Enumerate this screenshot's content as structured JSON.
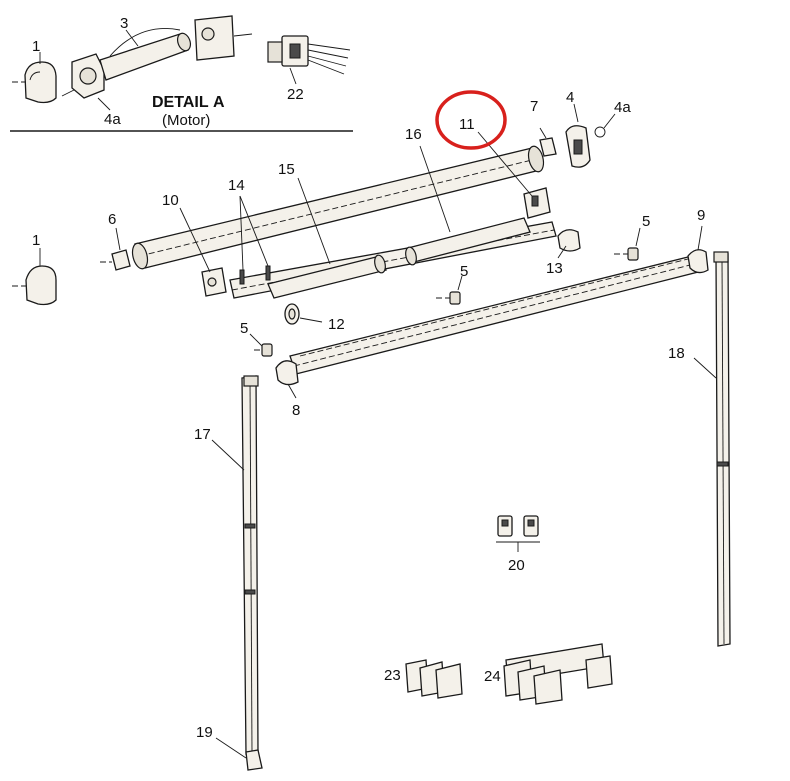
{
  "detail": {
    "title_prefix": "DETAIL",
    "title_letter": "A",
    "subtitle": "(Motor)"
  },
  "highlight": {
    "color": "#d8201c",
    "part": "11"
  },
  "callouts": {
    "c1a": "1",
    "c3": "3",
    "c4a_top": "4a",
    "c22": "22",
    "c7": "7",
    "c4": "4",
    "c4a_right": "4a",
    "c11": "11",
    "c16": "16",
    "c14": "14",
    "c15": "15",
    "c10": "10",
    "c6": "6",
    "c1b": "1",
    "c5a": "5",
    "c9": "9",
    "c13": "13",
    "c5b": "5",
    "c12": "12",
    "c5c": "5",
    "c18": "18",
    "c8": "8",
    "c17": "17",
    "c20": "20",
    "c23": "23",
    "c24": "24",
    "c19": "19"
  }
}
